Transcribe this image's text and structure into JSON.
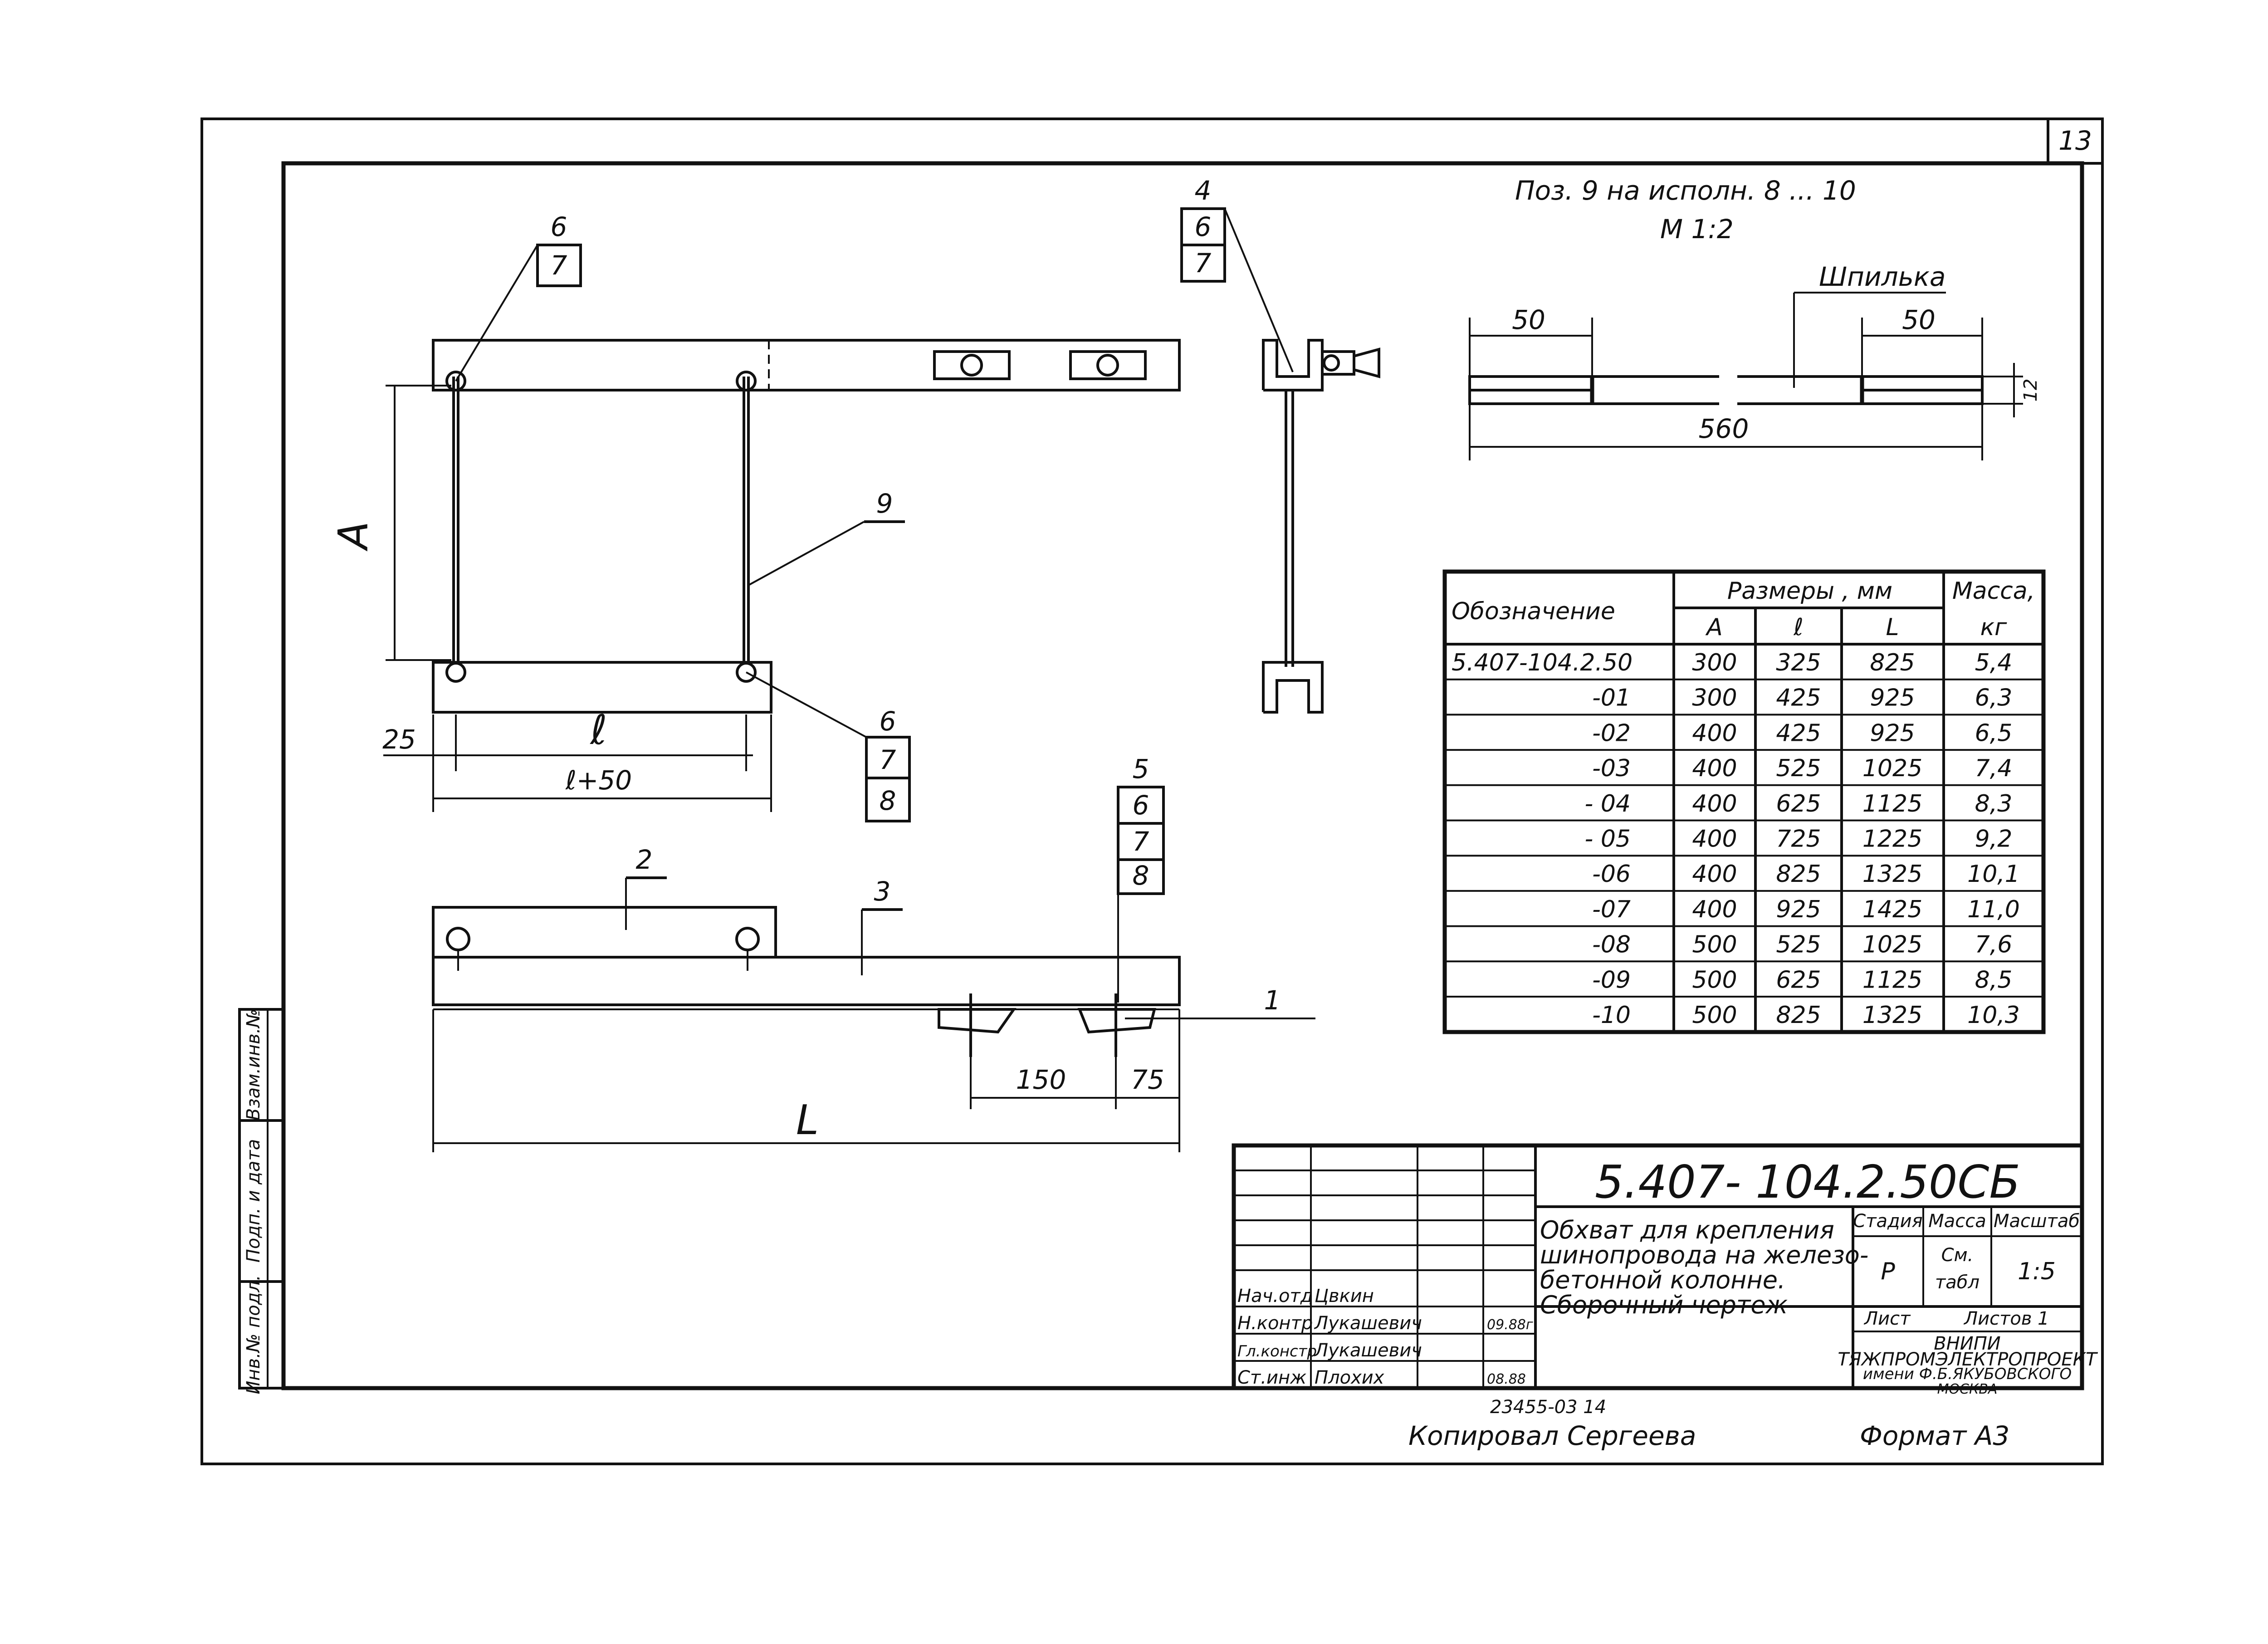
{
  "sheet": {
    "page_number": "13",
    "view_title": "Поз. 9 на исполн. 8 ... 10",
    "scale_note": "М 1:2",
    "stud_label": "Шпилька",
    "copied_by": "Копировал Сергеева",
    "format": "Формат А3",
    "archive_number": "23455-03 14"
  },
  "dims": {
    "d50a": "50",
    "d50b": "50",
    "d560": "560",
    "d12": "12",
    "A": "A",
    "l": "ℓ",
    "d25": "25",
    "l50": "ℓ+50",
    "d150": "150",
    "d75": "75",
    "L": "L"
  },
  "callouts": {
    "c67": [
      "6",
      "7"
    ],
    "c467": [
      "4",
      "6",
      "7"
    ],
    "c9": "9",
    "c678": [
      "6",
      "7",
      "8"
    ],
    "c2": "2",
    "c3": "3",
    "c5678": [
      "5",
      "6",
      "7",
      "8"
    ],
    "c1": "1"
  },
  "side_stamps": [
    "Взам.инв.№",
    "Подп. и дата",
    "Инв.№ подл."
  ],
  "table": {
    "header_designation": "Обозначение",
    "header_sizes": "Размеры , мм",
    "header_mass": "Масса,",
    "sub_A": "A",
    "sub_l": "ℓ",
    "sub_L": "L",
    "sub_kg": "кг",
    "rows": [
      [
        "5.407-104.2.50",
        "300",
        "325",
        "825",
        "5,4"
      ],
      [
        "-01",
        "300",
        "425",
        "925",
        "6,3"
      ],
      [
        "-02",
        "400",
        "425",
        "925",
        "6,5"
      ],
      [
        "-03",
        "400",
        "525",
        "1025",
        "7,4"
      ],
      [
        "- 04",
        "400",
        "625",
        "1125",
        "8,3"
      ],
      [
        "- 05",
        "400",
        "725",
        "1225",
        "9,2"
      ],
      [
        "-06",
        "400",
        "825",
        "1325",
        "10,1"
      ],
      [
        "-07",
        "400",
        "925",
        "1425",
        "11,0"
      ],
      [
        "-08",
        "500",
        "525",
        "1025",
        "7,6"
      ],
      [
        "-09",
        "500",
        "625",
        "1125",
        "8,5"
      ],
      [
        "-10",
        "500",
        "825",
        "1325",
        "10,3"
      ]
    ]
  },
  "title_block": {
    "doc_code": "5.407- 104.2.50СБ",
    "title_lines": [
      "Обхват для крепления",
      "шинопровода на железо-",
      "бетонной колонне.",
      "Сборочный чертеж"
    ],
    "stage_h": "Стадия",
    "mass_h": "Масса",
    "scale_h": "Масштаб",
    "stage": "Р",
    "mass_l1": "См.",
    "mass_l2": "табл",
    "scale": "1:5",
    "sheet_h": "Лист",
    "sheets_h": "Листов 1",
    "org": [
      "ВНИПИ",
      "ТЯЖПРОМЭЛЕКТРОПРОЕКТ",
      "имени Ф.Б.ЯКУБОВСКОГО",
      "МОСКВА"
    ],
    "signers": [
      {
        "role": "Нач.отд",
        "name": "Цвкин",
        "date": ""
      },
      {
        "role": "Н.контр",
        "name": "Лукашевич",
        "date": "09.88г"
      },
      {
        "role": "Гл.констр",
        "name": "Лукашевич",
        "date": ""
      },
      {
        "role": "Ст.инж",
        "name": "Плохих",
        "date": "08.88"
      }
    ]
  }
}
